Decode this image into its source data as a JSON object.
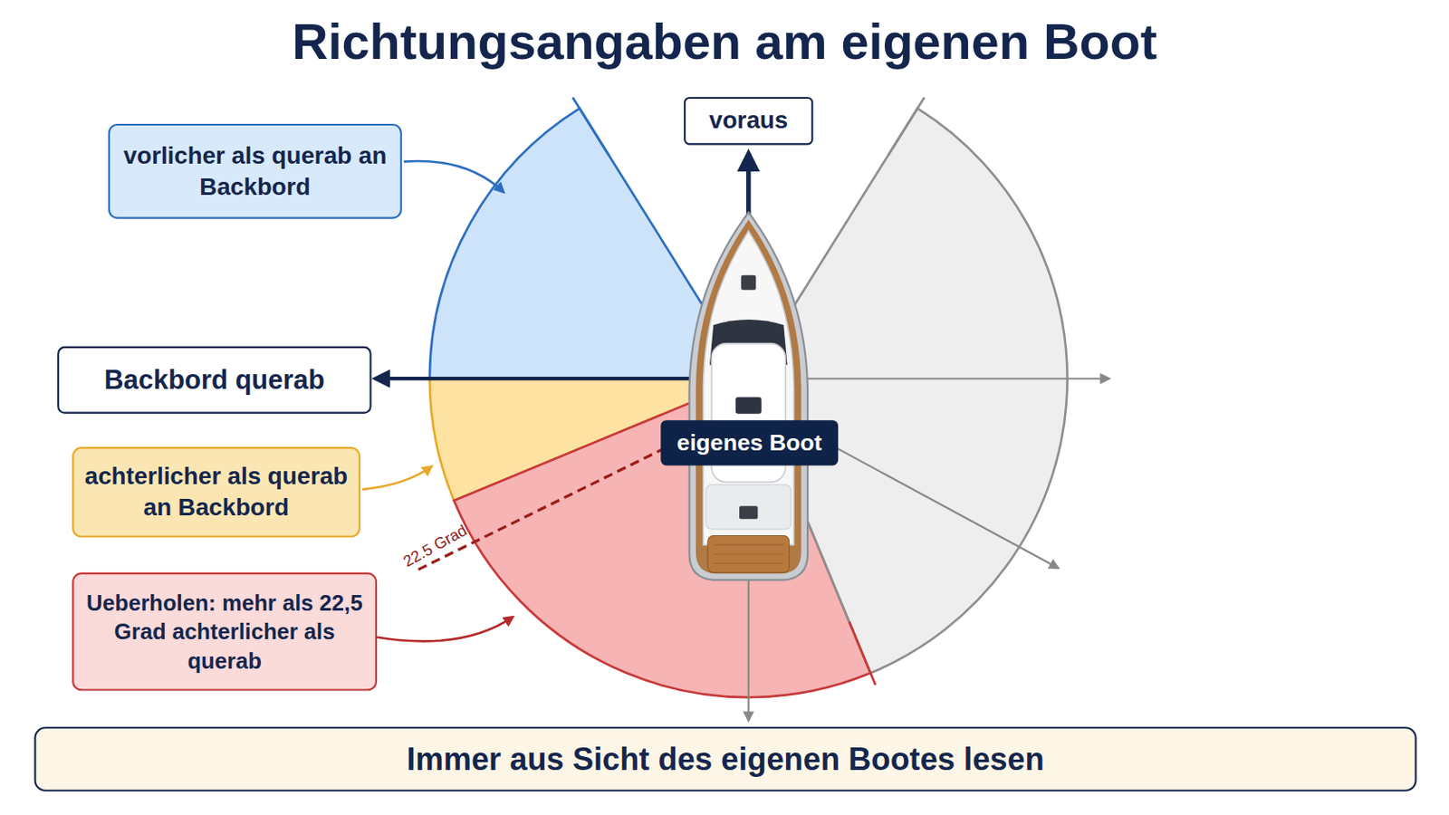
{
  "diagram": {
    "title": "Richtungsangaben am eigenen Boot",
    "nodes": [
      {
        "text": [
          "voraus"
        ]
      },
      {
        "text": [
          "vorlicher als querab an Backbord"
        ]
      },
      {
        "text": [
          "Backbord querab"
        ]
      },
      {
        "text": [
          "eigenes Boot"
        ]
      },
      {
        "text": [
          "achterlicher als querab an Backbord"
        ]
      },
      {
        "text": [
          "Ueberholen: mehr als 22,5 Grad achterlicher als querab"
        ]
      },
      {
        "text": [
          "Immer aus Sicht des eigenen Bootes lesen"
        ]
      }
    ],
    "labels": [
      "22.5 Grad"
    ]
  }
}
